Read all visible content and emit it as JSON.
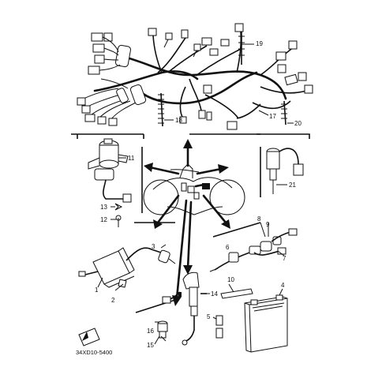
{
  "diagram": {
    "part_number": "34XD10-5400",
    "labels": [
      {
        "id": "1",
        "text": "1"
      },
      {
        "id": "2",
        "text": "2"
      },
      {
        "id": "3",
        "text": "3"
      },
      {
        "id": "4",
        "text": "4"
      },
      {
        "id": "5",
        "text": "5"
      },
      {
        "id": "6",
        "text": "6"
      },
      {
        "id": "7",
        "text": "7"
      },
      {
        "id": "8",
        "text": "8"
      },
      {
        "id": "9",
        "text": "9"
      },
      {
        "id": "10",
        "text": "10"
      },
      {
        "id": "11",
        "text": "11"
      },
      {
        "id": "12",
        "text": "12"
      },
      {
        "id": "13",
        "text": "13"
      },
      {
        "id": "14",
        "text": "14"
      },
      {
        "id": "15",
        "text": "15"
      },
      {
        "id": "16",
        "text": "16"
      },
      {
        "id": "17",
        "text": "17"
      },
      {
        "id": "18",
        "text": "18"
      },
      {
        "id": "19",
        "text": "19"
      },
      {
        "id": "20",
        "text": "20"
      },
      {
        "id": "21",
        "text": "21"
      }
    ]
  }
}
